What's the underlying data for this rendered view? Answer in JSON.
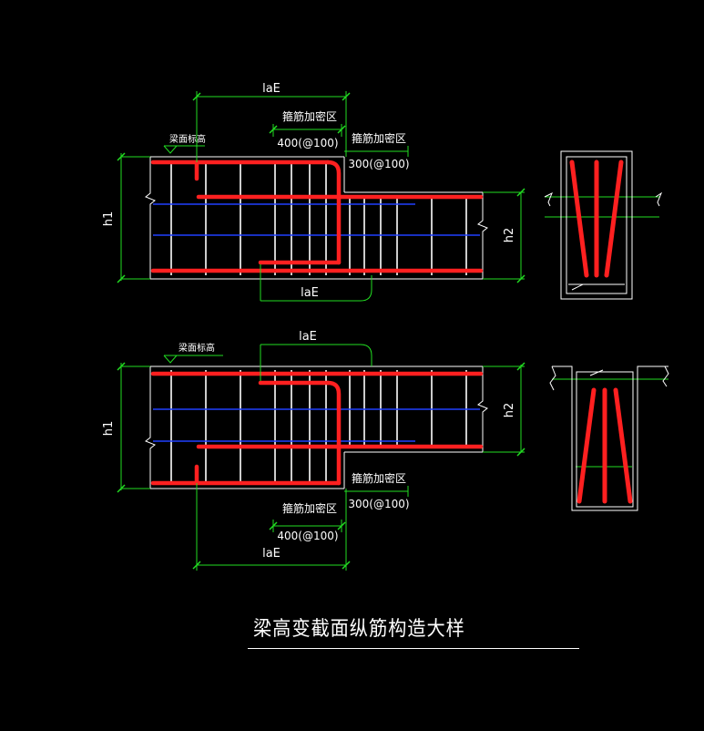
{
  "title": "梁高变截面纵筋构造大样",
  "labels": {
    "laE": "laE",
    "h1": "h1",
    "h2": "h2",
    "beam_top_elevation": "梁面标高",
    "stirrup_dense_zone": "箍筋加密区",
    "dim_400": "400(@100)",
    "dim_300": "300(@100)"
  },
  "colors": {
    "background": "#000000",
    "main_rebar": "#ff2020",
    "side_rebar": "#2040ff",
    "dimension": "#22dd22",
    "outline": "#ffffff",
    "text": "#ffffff"
  }
}
